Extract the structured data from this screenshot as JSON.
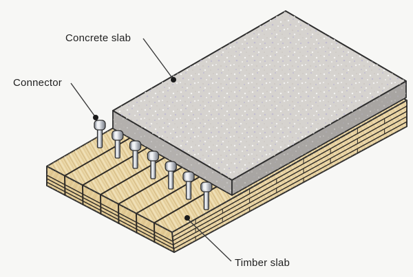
{
  "diagram": {
    "background_color": "#f7f7f5",
    "outline_color": "#2e2e2e",
    "leader_line_color": "#3a3a3a",
    "text_color": "#1f1f1f",
    "labels": {
      "concrete": "Concrete slab",
      "connector": "Connector",
      "timber": "Timber slab"
    },
    "concrete_slab": {
      "top_color": "#d6d3cf",
      "left_face_color": "#b3b0ad",
      "right_face_color": "#a8a5a2",
      "speckle_colors": [
        "#ffffff",
        "#b9b4d0",
        "#cbc7c0"
      ]
    },
    "timber_slab": {
      "plank_count": 7,
      "lamination_lines": 4,
      "top_color": "#ebd8a8",
      "face_color": "#e3cb95",
      "right_face_color": "#e9d4a4",
      "lamination_line_color": "#2f2b26",
      "grain_colors": [
        "#f6ecce",
        "#d3b87f",
        "#c2a267"
      ]
    },
    "connectors": {
      "count": 7,
      "metal_stops": [
        "#878c95",
        "#c7cbd2",
        "#eef0f3",
        "#b2b6be",
        "#747981"
      ]
    }
  }
}
